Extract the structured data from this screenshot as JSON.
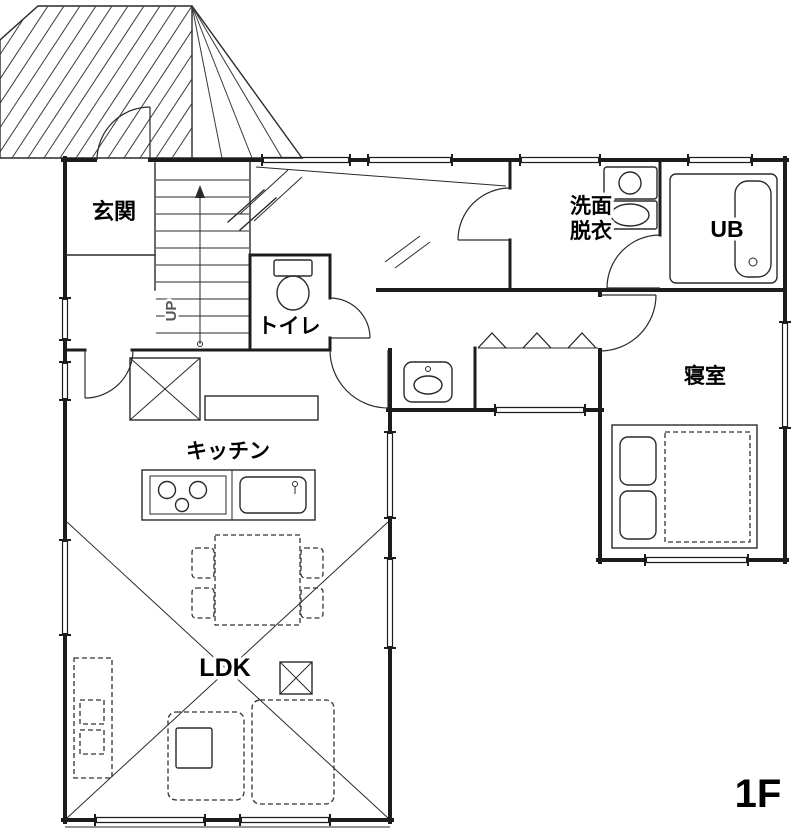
{
  "page": {
    "background": "#ffffff"
  },
  "floor_plan": {
    "floor_label": "1F",
    "labels": {
      "genkan": "玄関",
      "senmen_line1": "洗面",
      "senmen_line2": "脱衣",
      "ub": "UB",
      "toilet": "トイレ",
      "bedroom": "寝室",
      "kitchen": "キッチン",
      "ldk": "LDK",
      "stairs_up": "UP"
    },
    "colors": {
      "line": "#1c1c1c",
      "background": "#ffffff",
      "label_text": "#000000",
      "label_halo": "#ffffff"
    }
  }
}
